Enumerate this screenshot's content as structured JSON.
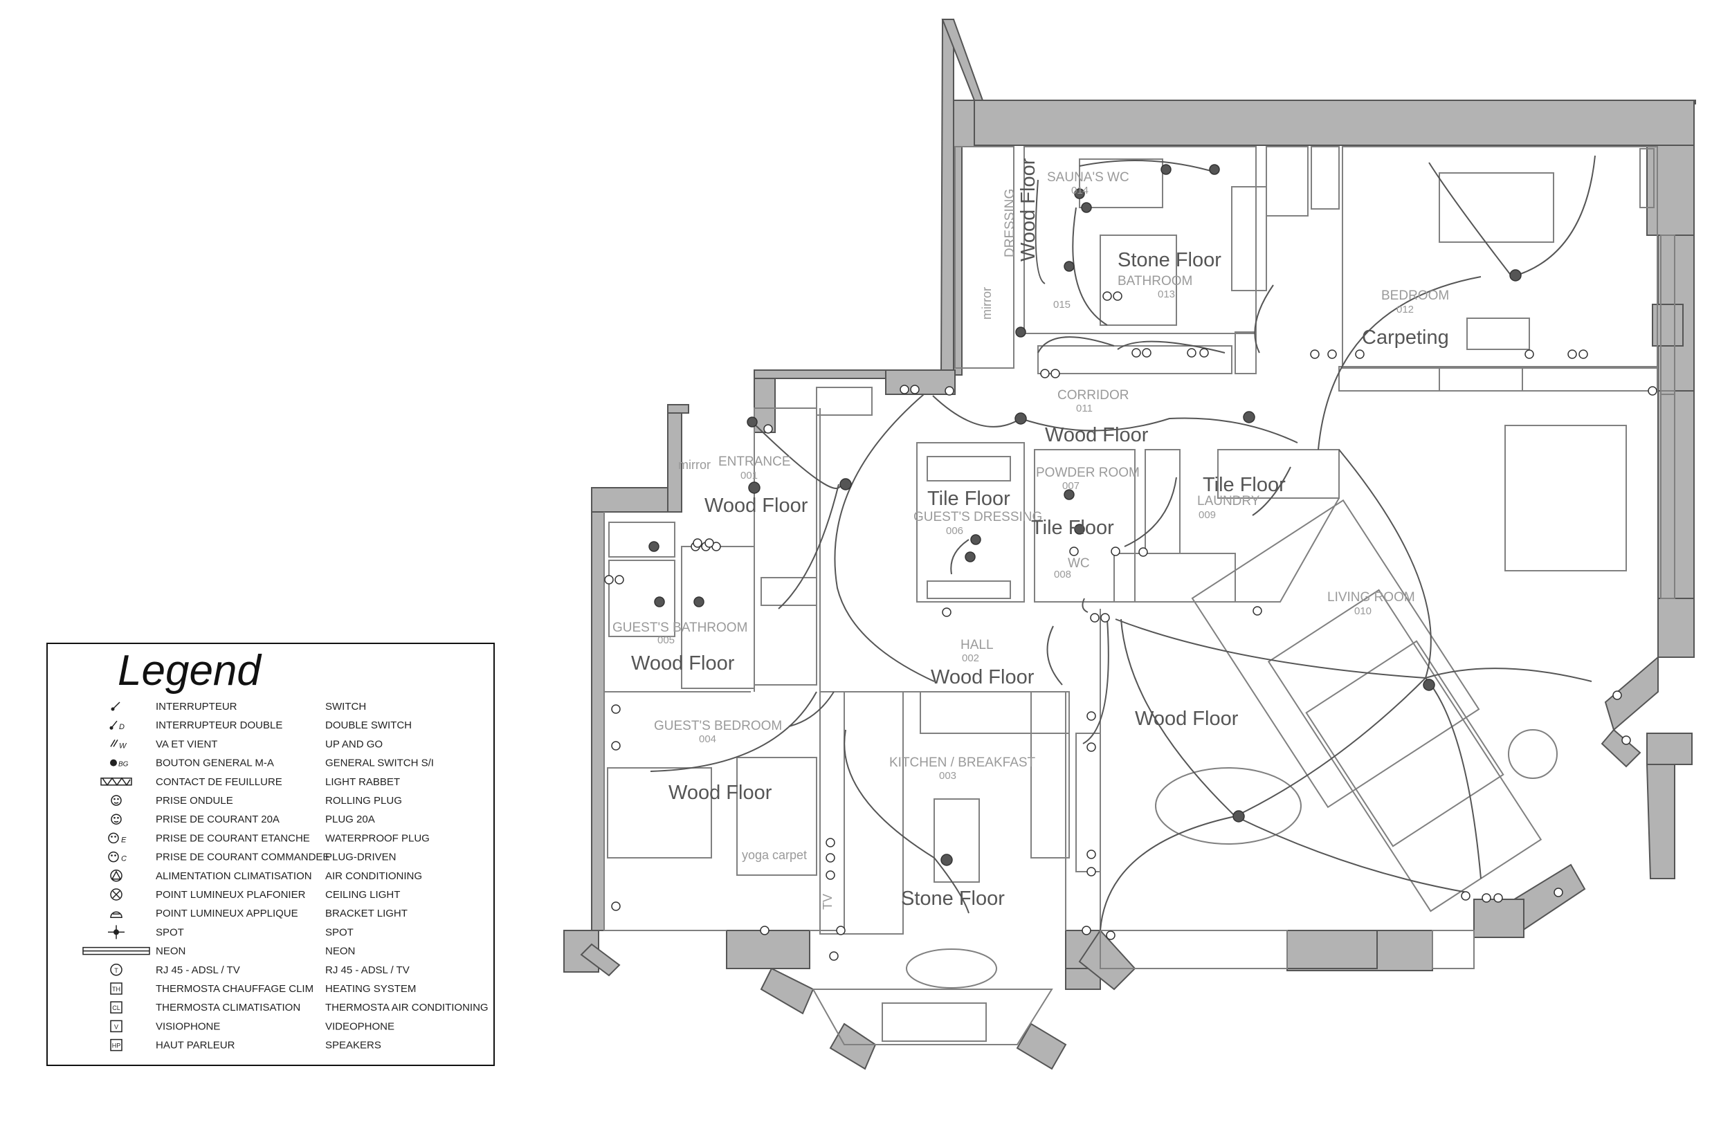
{
  "colors": {
    "wall": "#b3b3b3",
    "wall_stroke": "#555555",
    "line": "#808080",
    "circuit": "#555555",
    "text_gray": "#9a9a9a"
  },
  "rooms": [
    {
      "name": "ENTRANCE",
      "number": "001"
    },
    {
      "name": "HALL",
      "number": "002"
    },
    {
      "name": "KITCHEN / BREAKFAST",
      "number": "003"
    },
    {
      "name": "GUEST'S BEDROOM",
      "number": "004"
    },
    {
      "name": "GUEST'S BATHROOM",
      "number": "005"
    },
    {
      "name": "GUEST'S DRESSING",
      "number": "006"
    },
    {
      "name": "POWDER ROOM",
      "number": "007"
    },
    {
      "name": "WC",
      "number": "008"
    },
    {
      "name": "LAUNDRY",
      "number": "009"
    },
    {
      "name": "LIVING ROOM",
      "number": "010"
    },
    {
      "name": "CORRIDOR",
      "number": "011"
    },
    {
      "name": "BEDROOM",
      "number": "012"
    },
    {
      "name": "BATHROOM",
      "number": "013"
    },
    {
      "name": "SAUNA'S WC",
      "number": "014"
    },
    {
      "name": "DRESSING",
      "number": "015"
    }
  ],
  "floors": [
    "Wood Floor",
    "Wood Floor",
    "Wood Floor",
    "Wood Floor",
    "Wood Floor",
    "Wood Floor",
    "Wood Floor",
    "Stone Floor",
    "Stone Floor",
    "Tile Floor",
    "Tile Floor",
    "Tile Floor",
    "Carpeting"
  ],
  "misc": {
    "mirror1": "mirror",
    "mirror2": "mirror",
    "yoga": "yoga carpet",
    "tv": "TV"
  },
  "legend": {
    "title": "Legend",
    "items": [
      {
        "icon": "switch-icon",
        "fr": "INTERRUPTEUR",
        "en": "SWITCH"
      },
      {
        "icon": "double-switch-icon",
        "fr": "INTERRUPTEUR DOUBLE",
        "en": "DOUBLE SWITCH"
      },
      {
        "icon": "up-and-go-icon",
        "fr": "VA ET VIENT",
        "en": "UP AND GO"
      },
      {
        "icon": "general-switch-icon",
        "fr": "BOUTON GENERAL M-A",
        "en": "GENERAL SWITCH S/I"
      },
      {
        "icon": "light-rabbet-icon",
        "fr": "CONTACT DE FEUILLURE",
        "en": "LIGHT RABBET"
      },
      {
        "icon": "rolling-plug-icon",
        "fr": "PRISE ONDULE",
        "en": "ROLLING PLUG"
      },
      {
        "icon": "plug-icon",
        "fr": "PRISE DE COURANT 20A",
        "en": "PLUG 20A"
      },
      {
        "icon": "waterproof-plug-icon",
        "fr": "PRISE DE COURANT ETANCHE",
        "en": "WATERPROOF PLUG"
      },
      {
        "icon": "plug-driven-icon",
        "fr": "PRISE DE COURANT COMMANDEE",
        "en": "PLUG-DRIVEN"
      },
      {
        "icon": "air-conditioning-icon",
        "fr": "ALIMENTATION CLIMATISATION",
        "en": "AIR CONDITIONING"
      },
      {
        "icon": "ceiling-light-icon",
        "fr": "POINT LUMINEUX PLAFONIER",
        "en": "CEILING LIGHT"
      },
      {
        "icon": "bracket-light-icon",
        "fr": "POINT LUMINEUX APPLIQUE",
        "en": "BRACKET LIGHT"
      },
      {
        "icon": "spot-icon",
        "fr": "SPOT",
        "en": "SPOT"
      },
      {
        "icon": "neon-icon",
        "fr": "NEON",
        "en": "NEON"
      },
      {
        "icon": "rj45-icon",
        "fr": "RJ 45 - ADSL / TV",
        "en": "RJ 45 - ADSL / TV"
      },
      {
        "icon": "heating-thermostat-icon",
        "fr": "THERMOSTA CHAUFFAGE CLIM",
        "en": "HEATING SYSTEM"
      },
      {
        "icon": "ac-thermostat-icon",
        "fr": "THERMOSTA  CLIMATISATION",
        "en": "THERMOSTA  AIR CONDITIONING"
      },
      {
        "icon": "videophone-icon",
        "fr": "VISIOPHONE",
        "en": "VIDEOPHONE"
      },
      {
        "icon": "speaker-icon",
        "fr": "HAUT PARLEUR",
        "en": "SPEAKERS"
      }
    ],
    "symbol_marks": {
      "double_switch": "D",
      "up_and_go": "W",
      "general_switch": "BG",
      "waterproof": "E",
      "plug_driven": "C",
      "rj45": "T",
      "heating": "TH",
      "ac": "CL",
      "videophone": "V",
      "speaker": "HP"
    }
  }
}
